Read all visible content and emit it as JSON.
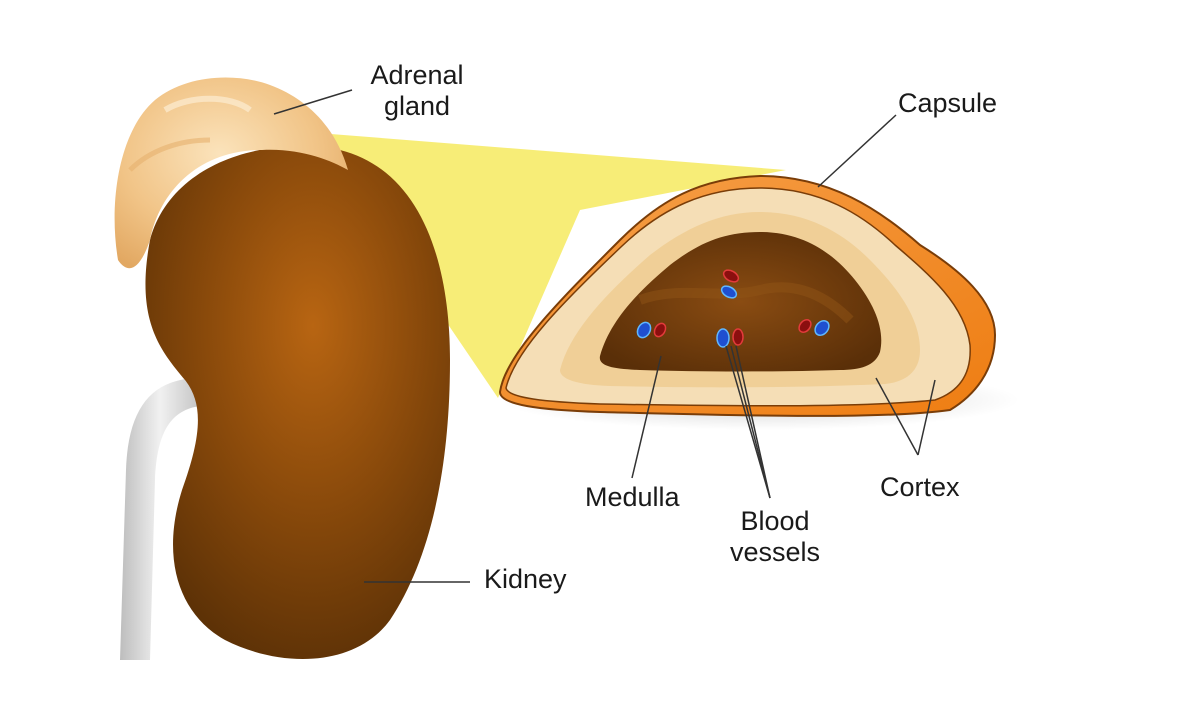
{
  "labels": {
    "adrenal_line1": "Adrenal",
    "adrenal_line2": "gland",
    "capsule": "Capsule",
    "kidney": "Kidney",
    "medulla": "Medulla",
    "blood_line1": "Blood",
    "blood_line2": "vessels",
    "cortex": "Cortex"
  },
  "colors": {
    "kidney": "#7a4206",
    "kidney_light": "#b56414",
    "adrenal": "#f2c98c",
    "projection": "#f7ec70",
    "capsule": "#f08a1e",
    "cortex": "#f5dfb8",
    "cortex_inner": "#efd09a",
    "medulla": "#6b3a0c",
    "vein": "#1f4fd0",
    "artery": "#8b0f0f",
    "ureter": "#d6d6d6"
  }
}
